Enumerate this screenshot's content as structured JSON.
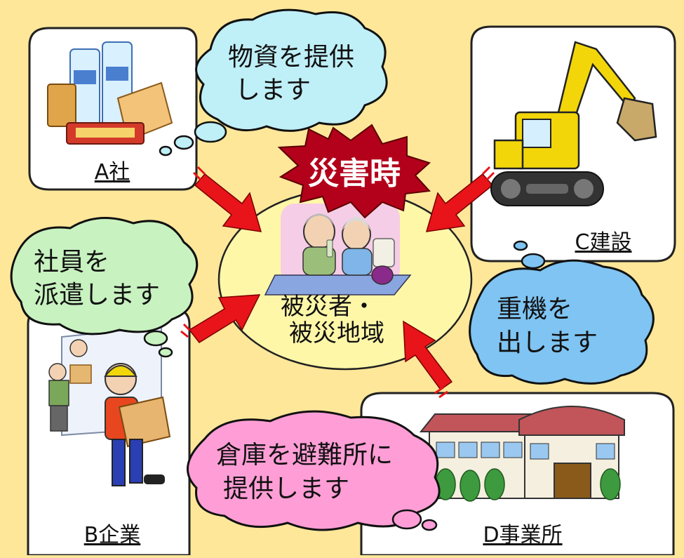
{
  "center": {
    "burst_label": "災害時",
    "label_lines": [
      "被災者・",
      "被災地域"
    ]
  },
  "boxes": {
    "a": {
      "label": "A社"
    },
    "b": {
      "label": "B企業"
    },
    "c": {
      "label": "C建設"
    },
    "d": {
      "label": "D事業所"
    }
  },
  "bubbles": {
    "a": {
      "lines": [
        "物資を提供",
        "します"
      ]
    },
    "b": {
      "lines": [
        "社員を",
        "派遣します"
      ]
    },
    "c": {
      "lines": [
        "重機を",
        "出します"
      ]
    },
    "d": {
      "lines": [
        "倉庫を避難所に",
        "提供します"
      ]
    }
  },
  "colors": {
    "background": "#ffe79a",
    "center_circle": "#fff7a8",
    "burst": "#b3001b",
    "arrow": "#e8141a",
    "bubble_a": "#bfeff7",
    "bubble_b": "#c8f2c0",
    "bubble_c": "#7fc4f2",
    "bubble_d": "#ff9ed6",
    "box": "#ffffff"
  },
  "icons": {
    "a": "goods-supplies-icon",
    "b": "workers-carrying-boxes-icon",
    "c": "excavator-icon",
    "d": "warehouse-building-icon",
    "center": "evacuees-icon"
  }
}
